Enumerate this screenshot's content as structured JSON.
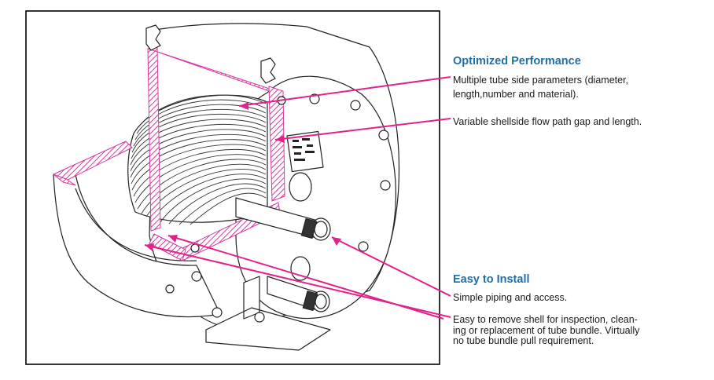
{
  "colors": {
    "heading": "#1f6fa8",
    "leader": "#e2218a",
    "hatch": "#d63aa0",
    "frame": "#000000",
    "drawing_line": "#222222"
  },
  "illustration": {
    "subject": "shell-and-tube heat exchanger cutaway line drawing"
  },
  "sections": [
    {
      "heading": "Optimized Performance",
      "items": [
        {
          "lines": [
            "Multiple tube side parameters (diameter,",
            "length,number and material)."
          ]
        },
        {
          "lines": [
            "Variable shellside flow path gap and length."
          ]
        }
      ]
    },
    {
      "heading": "Easy to Install",
      "items": [
        {
          "lines": [
            "Simple piping and access."
          ]
        },
        {
          "lines": [
            "Easy to remove shell for inspection, clean-",
            "ing or replacement of tube bundle. Virtually",
            "no tube bundle pull requirement."
          ]
        }
      ]
    }
  ]
}
